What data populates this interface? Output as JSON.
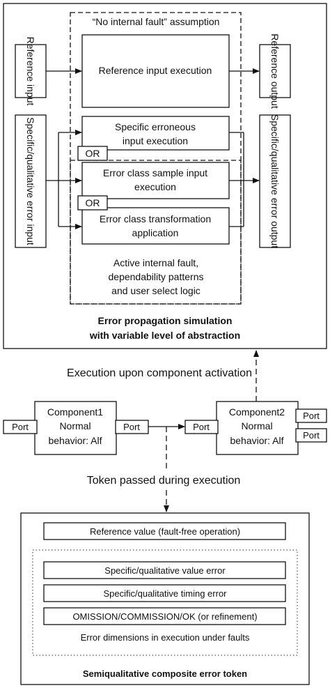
{
  "simulation": {
    "no_fault_label": "“No internal fault” assumption",
    "reference_input": "Reference input",
    "reference_execution": "Reference input execution",
    "reference_output": "Reference output",
    "error_input": "Specific/qualitative error input",
    "error_output": "Specific/qualitative error output",
    "specific_erroneous_l1": "Specific erroneous",
    "specific_erroneous_l2": "input execution",
    "or_label": "OR",
    "error_class_sample_l1": "Error class sample input",
    "error_class_sample_l2": "execution",
    "error_class_transform_l1": "Error class transformation",
    "error_class_transform_l2": "application",
    "active_fault_l1": "Active internal fault,",
    "active_fault_l2": "dependability patterns",
    "active_fault_l3": "and user select logic",
    "title_l1": "Error propagation simulation",
    "title_l2": "with variable level of abstraction"
  },
  "execution_caption": "Execution upon component activation",
  "component1": {
    "name": "Component1",
    "behavior_l1": "Normal",
    "behavior_l2": "behavior: Alf"
  },
  "component2": {
    "name": "Component2",
    "behavior_l1": "Normal",
    "behavior_l2": "behavior: Alf"
  },
  "port_label": "Port",
  "token_caption": "Token passed during execution",
  "token": {
    "reference_value": "Reference value (fault-free operation)",
    "value_error": "Specific/qualitative value error",
    "timing_error": "Specific/qualitative timing error",
    "omission": "OMISSION/COMMISSION/OK (or refinement)",
    "dimensions": "Error dimensions in execution under faults",
    "title": "Semiqualitative composite error token"
  }
}
